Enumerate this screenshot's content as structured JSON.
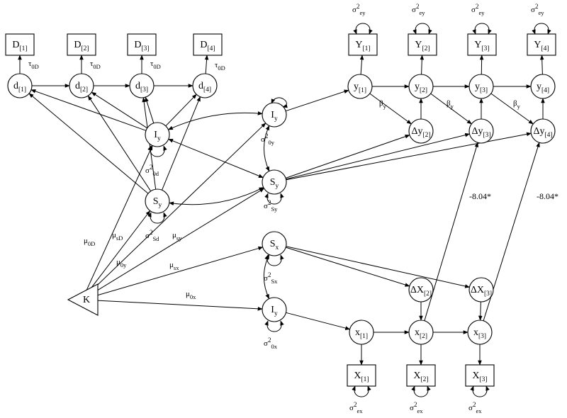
{
  "nodes": [
    {
      "id": "D1",
      "shape": "rect",
      "base": "D",
      "sub": "[1]"
    },
    {
      "id": "D2",
      "shape": "rect",
      "base": "D",
      "sub": "[2]"
    },
    {
      "id": "D3",
      "shape": "rect",
      "base": "D",
      "sub": "[3]"
    },
    {
      "id": "D4",
      "shape": "rect",
      "base": "D",
      "sub": "[4]"
    },
    {
      "id": "d1",
      "shape": "circle",
      "base": "d",
      "sub": "[1]"
    },
    {
      "id": "d2",
      "shape": "circle",
      "base": "d",
      "sub": "[2]"
    },
    {
      "id": "d3",
      "shape": "circle",
      "base": "d",
      "sub": "[3]"
    },
    {
      "id": "d4",
      "shape": "circle",
      "base": "d",
      "sub": "[4]"
    },
    {
      "id": "Id",
      "shape": "circle",
      "base": "I",
      "sub": "y"
    },
    {
      "id": "Sd",
      "shape": "circle",
      "base": "S",
      "sub": "y"
    },
    {
      "id": "Iy",
      "shape": "circle",
      "base": "I",
      "sub": "y"
    },
    {
      "id": "Sy",
      "shape": "circle",
      "base": "S",
      "sub": "y"
    },
    {
      "id": "Sx",
      "shape": "circle",
      "base": "S",
      "sub": "x"
    },
    {
      "id": "Ix",
      "shape": "circle",
      "base": "I",
      "sub": "y"
    },
    {
      "id": "K",
      "shape": "triangle",
      "base": "K",
      "sub": ""
    },
    {
      "id": "Y1",
      "shape": "rect",
      "base": "Y",
      "sub": "[1]"
    },
    {
      "id": "Y2",
      "shape": "rect",
      "base": "Y",
      "sub": "[2]"
    },
    {
      "id": "Y3",
      "shape": "rect",
      "base": "Y",
      "sub": "[3]"
    },
    {
      "id": "Y4",
      "shape": "rect",
      "base": "Y",
      "sub": "[4]"
    },
    {
      "id": "y1",
      "shape": "circle",
      "base": "y",
      "sub": "[1]"
    },
    {
      "id": "y2",
      "shape": "circle",
      "base": "y",
      "sub": "[2]"
    },
    {
      "id": "y3",
      "shape": "circle",
      "base": "y",
      "sub": "[3]"
    },
    {
      "id": "y4",
      "shape": "circle",
      "base": "y",
      "sub": "[4]"
    },
    {
      "id": "dy2",
      "shape": "circle",
      "base": "Δy",
      "sub": "[2]"
    },
    {
      "id": "dy3",
      "shape": "circle",
      "base": "Δy",
      "sub": "[3]"
    },
    {
      "id": "dy4",
      "shape": "circle",
      "base": "Δy",
      "sub": "[4]"
    },
    {
      "id": "dX2",
      "shape": "circle",
      "base": "ΔX",
      "sub": "[2]"
    },
    {
      "id": "dX3",
      "shape": "circle",
      "base": "ΔX",
      "sub": "[3]"
    },
    {
      "id": "x1",
      "shape": "circle",
      "base": "x",
      "sub": "[1]"
    },
    {
      "id": "x2",
      "shape": "circle",
      "base": "x",
      "sub": "[2]"
    },
    {
      "id": "x3",
      "shape": "circle",
      "base": "x",
      "sub": "[3]"
    },
    {
      "id": "X1",
      "shape": "rect",
      "base": "X",
      "sub": "[1]"
    },
    {
      "id": "X2",
      "shape": "rect",
      "base": "X",
      "sub": "[2]"
    },
    {
      "id": "X3",
      "shape": "rect",
      "base": "X",
      "sub": "[3]"
    }
  ],
  "edge_labels": [
    {
      "id": "tau1",
      "base": "τ",
      "sub": "0D"
    },
    {
      "id": "tau2",
      "base": "τ",
      "sub": "0D"
    },
    {
      "id": "tau3",
      "base": "τ",
      "sub": "0D"
    },
    {
      "id": "tau4",
      "base": "τ",
      "sub": "0D"
    },
    {
      "id": "var_Id",
      "base": "σ",
      "sup": "2",
      "sub": "0d"
    },
    {
      "id": "var_Sd",
      "base": "σ",
      "sup": "2",
      "sub": "Sd"
    },
    {
      "id": "var_Iy",
      "base": "σ",
      "sup": "2",
      "sub": "0y"
    },
    {
      "id": "var_Sy",
      "base": "σ",
      "sup": "2",
      "sub": "Sy"
    },
    {
      "id": "var_Sx",
      "base": "σ",
      "sup": "2",
      "sub": "Sx"
    },
    {
      "id": "var_Ix",
      "base": "σ",
      "sup": "2",
      "sub": "0x"
    },
    {
      "id": "var_Y1",
      "base": "σ",
      "sup": "2",
      "sub": "ey"
    },
    {
      "id": "var_Y2",
      "base": "σ",
      "sup": "2",
      "sub": "ey"
    },
    {
      "id": "var_Y3",
      "base": "σ",
      "sup": "2",
      "sub": "ey"
    },
    {
      "id": "var_Y4",
      "base": "σ",
      "sup": "2",
      "sub": "ey"
    },
    {
      "id": "var_X1",
      "base": "σ",
      "sup": "2",
      "sub": "ex"
    },
    {
      "id": "var_X2",
      "base": "σ",
      "sup": "2",
      "sub": "ex"
    },
    {
      "id": "var_X3",
      "base": "σ",
      "sup": "2",
      "sub": "ex"
    },
    {
      "id": "beta1",
      "base": "β",
      "sub": "y"
    },
    {
      "id": "beta2",
      "base": "β",
      "sub": "y"
    },
    {
      "id": "beta3",
      "base": "β",
      "sub": "y"
    },
    {
      "id": "mu0D",
      "base": "μ",
      "sub": "0D"
    },
    {
      "id": "muSD",
      "base": "μ",
      "sub": "sD"
    },
    {
      "id": "mu0y",
      "base": "μ",
      "sub": "0y"
    },
    {
      "id": "musy",
      "base": "μ",
      "sub": "sy"
    },
    {
      "id": "musx",
      "base": "μ",
      "sub": "sx"
    },
    {
      "id": "mu0x",
      "base": "μ",
      "sub": "0x"
    }
  ],
  "coefficients": [
    {
      "id": "coef1",
      "text": "-8.04*"
    },
    {
      "id": "coef2",
      "text": "-8.04*"
    }
  ]
}
